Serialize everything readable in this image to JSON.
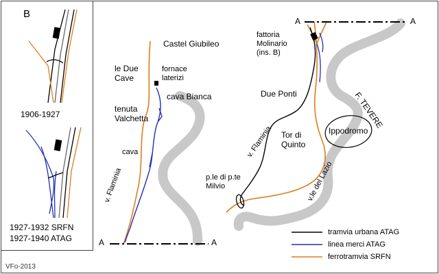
{
  "inset": {
    "letter": "B",
    "period_top": "1906-1927",
    "period_bottom_1": "1927-1932 SRFN",
    "period_bottom_2": "1927-1940 ATAG"
  },
  "section_markers": {
    "left_a1": "A",
    "left_a2": "A",
    "right_a1": "A",
    "right_a2": "A"
  },
  "places": {
    "castel_giubileo": "Castel Giubileo",
    "le_due_cave": "le Due\nCave",
    "fornace_laterizi": "fornace\nlaterizi",
    "cava_bianca": "cava Bianca",
    "tenuta_valchetta": "tenuta\nValchetta",
    "cava": "cava",
    "v_flaminia_left": "v. Flaminia",
    "fattoria_molinario": "fattoria\nMolinario\n(ins. B)",
    "due_ponti": "Due Ponti",
    "v_flaminia_right": "v. Flaminia",
    "tor_di_quinto": "Tor di\nQuinto",
    "ippodromo": "Ippodromo",
    "f_tevere": "F. TEVERE",
    "ple_milvio": "p.le di p.te\nMilvio",
    "vle_del_lazio": "v.le del Lazio"
  },
  "legend": [
    {
      "label": "tramvia urbana ATAG",
      "color": "#000000"
    },
    {
      "label": "linea merci ATAG",
      "color": "#1f2fb4"
    },
    {
      "label": "ferrotramvia SRFN",
      "color": "#e07c1c"
    }
  ],
  "credit": "VFo-2013",
  "colors": {
    "river": "#c8c8c8",
    "urban_tram": "#000000",
    "freight": "#1f2fb4",
    "srfn": "#e07c1c"
  }
}
